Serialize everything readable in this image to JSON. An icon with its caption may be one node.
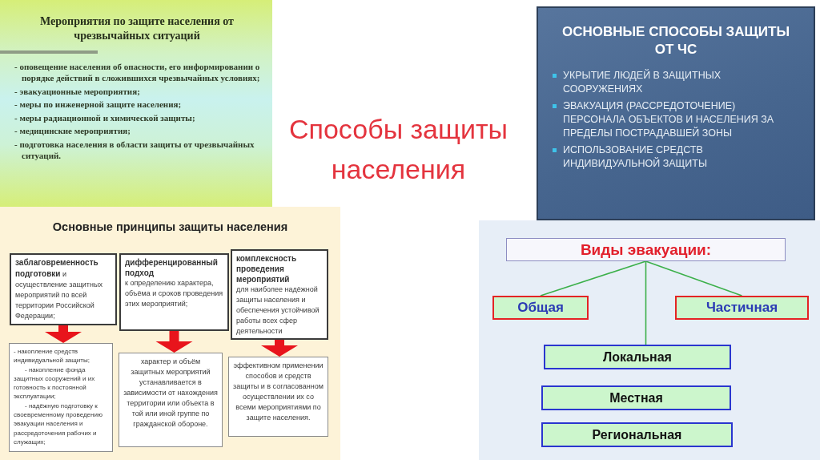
{
  "diagram": {
    "title": "Способы защиты населения",
    "nodes": [
      {
        "text": [
          "Мероприятия по защите населения от чрезвычайных ситуаций",
          "- оповещение населения об опасности, его информировании о порядке действий в сложившихся чрезвычайных условиях;",
          "- эвакуационные мероприятия;",
          "- меры по инженерной защите населения;",
          "- меры радиационной и химической защиты;",
          "- медицинские мероприятия;",
          "- подготовка населения в области защиты от чрезвычайных ситуаций."
        ]
      },
      {
        "text": [
          "ОСНОВНЫЕ СПОСОБЫ ЗАЩИТЫ ОТ ЧС",
          "УКРЫТИЕ ЛЮДЕЙ В ЗАЩИТНЫХ СООРУЖЕНИЯХ",
          "ЭВАКУАЦИЯ (РАССРЕДОТОЧЕНИЕ) ПЕРСОНАЛА ОБЪЕКТОВ И НАСЕЛЕНИЯ ЗА ПРЕДЕЛЫ ПОСТРАДАВШЕЙ ЗОНЫ",
          "ИСПОЛЬЗОВАНИЕ СРЕДСТВ ИНДИВИДУАЛЬНОЙ ЗАЩИТЫ"
        ]
      },
      {
        "text": [
          "Основные принципы защиты населения"
        ]
      },
      {
        "text": [
          "**заблаговременность подготовки** и осуществление защитных мероприятий по всей территории Российской Федерации;"
        ],
        "in": 2
      },
      {
        "text": [
          "дифференцированный подход",
          "к определению характера, объёма и сроков проведения этих мероприятий;"
        ],
        "in": 2
      },
      {
        "text": [
          "комплексность проведения мероприятий",
          "для наиболее надёжной защиты населения и обеспечения устойчивой работы всех сфер деятельности"
        ],
        "in": 2
      },
      {
        "text": [
          "- накопление средств индивидуальной защиты;",
          "- накопление фонда защитных сооружений и их готовность к постоянной эксплуатации;",
          "- надёжную подготовку к своевременному проведению эвакуации населения и рассредоточения рабочих и служащих;"
        ],
        "in": 2
      },
      {
        "text": [
          "характер и объём защитных мероприятий устанавливается в зависимости от нахождения территории или объекта в той или иной группе по гражданской обороне."
        ],
        "in": 2
      },
      {
        "text": [
          "эффективном применении способов и средств защиты и в согласованном осуществлении их со всеми мероприятиями по защите населения."
        ],
        "in": 2
      },
      {
        "text": [
          "Виды эвакуации:"
        ]
      },
      {
        "text": [
          "Общая"
        ]
      },
      {
        "text": [
          "Частичная"
        ]
      },
      {
        "text": [
          "Локальная"
        ]
      },
      {
        "text": [
          "Местная"
        ]
      },
      {
        "text": [
          "Региональная"
        ]
      }
    ],
    "edges": [
      {
        "from": 3,
        "to": 6,
        "arrow": "to",
        "style": "thick",
        "color": "#e8141c"
      },
      {
        "from": 4,
        "to": 7,
        "arrow": "to",
        "style": "thick",
        "color": "#e8141c"
      },
      {
        "from": 5,
        "to": 8,
        "arrow": "to",
        "style": "thick",
        "color": "#e8141c"
      },
      {
        "from": 9,
        "to": 10,
        "arrow": "none",
        "color": "#3cb04a"
      },
      {
        "from": 9,
        "to": 11,
        "arrow": "none",
        "color": "#3cb04a"
      },
      {
        "from": 9,
        "to": 12,
        "arrow": "none",
        "color": "#3cb04a"
      }
    ]
  }
}
